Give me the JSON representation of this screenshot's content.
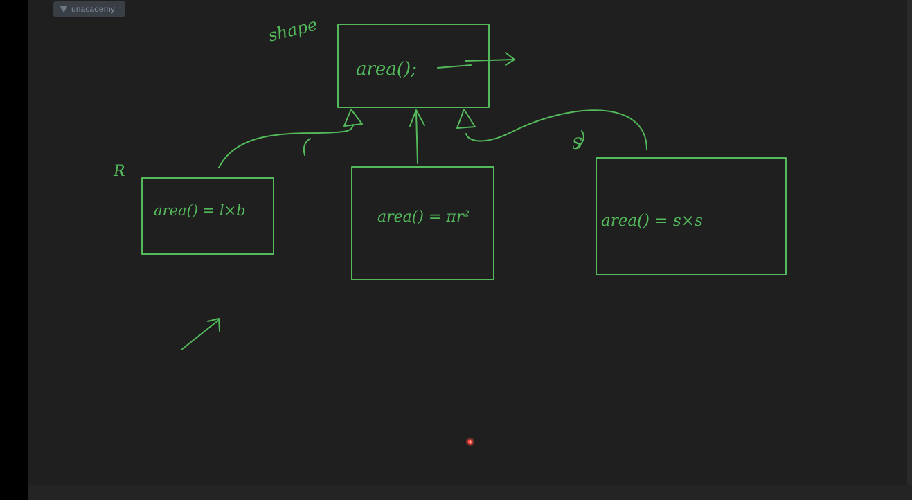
{
  "brand": {
    "name": "unacademy",
    "icon": "unacademy-logo-icon"
  },
  "colors": {
    "ink": "#53b95a",
    "board": "#1f1f1f",
    "pointer": "#ff4b3e"
  },
  "diagram": {
    "base_class": {
      "name_label": "shape",
      "method": "area();"
    },
    "subclasses": [
      {
        "tag": "R",
        "method": "area() = l×b"
      },
      {
        "tag": "",
        "method": "area() = πr²"
      },
      {
        "tag": "S",
        "method": "area() = s×s"
      }
    ]
  }
}
